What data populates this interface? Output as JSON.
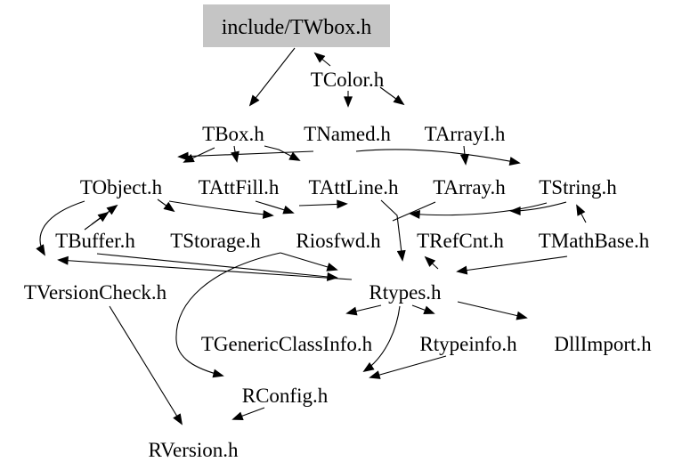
{
  "diagram": {
    "kind": "include-dependency-graph",
    "root_file": "include/TWbox.h",
    "colors": {
      "background": "#ffffff",
      "edge": "#000000",
      "node_text": "#000000",
      "root_node_fill": "#c5c5c5"
    }
  },
  "nodes": [
    {
      "id": "twbox",
      "label": "include/TWbox.h"
    },
    {
      "id": "tcolor",
      "label": "TColor.h"
    },
    {
      "id": "tbox",
      "label": "TBox.h"
    },
    {
      "id": "tnamed",
      "label": "TNamed.h"
    },
    {
      "id": "tarrayi",
      "label": "TArrayI.h"
    },
    {
      "id": "tobject",
      "label": "TObject.h"
    },
    {
      "id": "tattfill",
      "label": "TAttFill.h"
    },
    {
      "id": "tattline",
      "label": "TAttLine.h"
    },
    {
      "id": "tarray",
      "label": "TArray.h"
    },
    {
      "id": "tstring",
      "label": "TString.h"
    },
    {
      "id": "tbuffer",
      "label": "TBuffer.h"
    },
    {
      "id": "tstorage",
      "label": "TStorage.h"
    },
    {
      "id": "riosfwd",
      "label": "Riosfwd.h"
    },
    {
      "id": "trefcnt",
      "label": "TRefCnt.h"
    },
    {
      "id": "tmathbase",
      "label": "TMathBase.h"
    },
    {
      "id": "tversioncheck",
      "label": "TVersionCheck.h"
    },
    {
      "id": "rtypes",
      "label": "Rtypes.h"
    },
    {
      "id": "tgenericclassinfo",
      "label": "TGenericClassInfo.h"
    },
    {
      "id": "rtypeinfo",
      "label": "Rtypeinfo.h"
    },
    {
      "id": "dllimport",
      "label": "DllImport.h"
    },
    {
      "id": "rconfig",
      "label": "RConfig.h"
    },
    {
      "id": "rversion",
      "label": "RVersion.h"
    }
  ],
  "edges": [
    {
      "from": "include/TWbox.h",
      "to": "TBox.h"
    },
    {
      "from": "TColor.h",
      "to": "include/TWbox.h"
    },
    {
      "from": "TColor.h",
      "to": "TNamed.h"
    },
    {
      "from": "TColor.h",
      "to": "TArrayI.h"
    },
    {
      "from": "TNamed.h",
      "to": "TObject.h"
    },
    {
      "from": "TBox.h",
      "to": "TObject.h"
    },
    {
      "from": "TBox.h",
      "to": "TAttFill.h"
    },
    {
      "from": "TBox.h",
      "to": "TAttLine.h"
    },
    {
      "from": "TNamed.h",
      "to": "TString.h"
    },
    {
      "from": "TArrayI.h",
      "to": "TArray.h"
    },
    {
      "from": "TMathBase.h",
      "to": "TString.h"
    },
    {
      "from": "TObject.h",
      "to": "TStorage.h"
    },
    {
      "from": "TObject.h",
      "to": "Riosfwd.h"
    },
    {
      "from": "TAttFill.h",
      "to": "Riosfwd.h"
    },
    {
      "from": "TAttFill.h",
      "to": "TAttLine.h"
    },
    {
      "from": "TBuffer.h",
      "to": "TObject.h"
    },
    {
      "from": "TObject.h",
      "to": "TVersionCheck.h"
    },
    {
      "from": "Rtypes.h",
      "to": "TVersionCheck.h"
    },
    {
      "from": "TBuffer.h",
      "to": "Rtypes.h"
    },
    {
      "from": "TStorage.h",
      "to": "Rtypes.h"
    },
    {
      "from": "TStorage.h",
      "to": "RConfig.h"
    },
    {
      "from": "TAttLine.h",
      "to": "Rtypes.h"
    },
    {
      "from": "TArray.h",
      "to": "Rtypes.h"
    },
    {
      "from": "TString.h",
      "to": "Rtypes.h"
    },
    {
      "from": "TString.h",
      "to": "TRefCnt.h"
    },
    {
      "from": "Rtypes.h",
      "to": "TRefCnt.h"
    },
    {
      "from": "TMathBase.h",
      "to": "Rtypes.h"
    },
    {
      "from": "Rtypes.h",
      "to": "TGenericClassInfo.h"
    },
    {
      "from": "Rtypes.h",
      "to": "Rtypeinfo.h"
    },
    {
      "from": "Rtypes.h",
      "to": "DllImport.h"
    },
    {
      "from": "Rtypes.h",
      "to": "RConfig.h"
    },
    {
      "from": "Rtypeinfo.h",
      "to": "RConfig.h"
    },
    {
      "from": "TVersionCheck.h",
      "to": "RVersion.h"
    },
    {
      "from": "RConfig.h",
      "to": "RVersion.h"
    }
  ]
}
